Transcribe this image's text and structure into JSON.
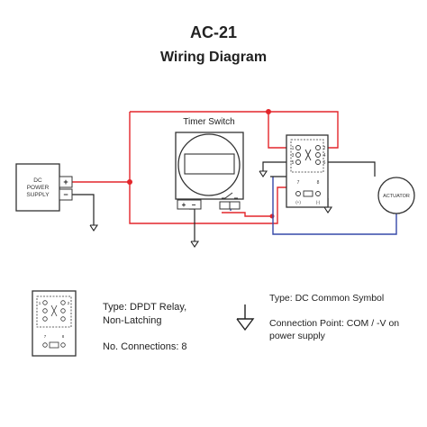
{
  "header": {
    "title": "AC-21",
    "subtitle": "Wiring Diagram"
  },
  "diagram": {
    "timer_label": "Timer Switch",
    "power_supply_label": [
      "DC",
      "POWER",
      "SUPPLY"
    ],
    "power_plus": "+",
    "power_minus": "−",
    "timer_plus": "+",
    "timer_minus": "−",
    "actuator_label": "ACTUATOR",
    "relay_pin_numbers": [
      "1",
      "2",
      "3",
      "4",
      "5",
      "6",
      "7",
      "8"
    ],
    "relay_coil_plus": "(+)",
    "relay_coil_minus": "(-)"
  },
  "legend": {
    "relay_type": [
      "Type: DPDT Relay,",
      "Non-Latching"
    ],
    "relay_connections": "No. Connections: 8",
    "ground_type": "Type: DC Common Symbol",
    "ground_connection": [
      "Connection Point: COM  / -V on",
      "power supply"
    ]
  },
  "colors": {
    "positive_wire": "#e3262b",
    "negative_wire": "#3548a8",
    "neutral_wire": "#222222"
  }
}
